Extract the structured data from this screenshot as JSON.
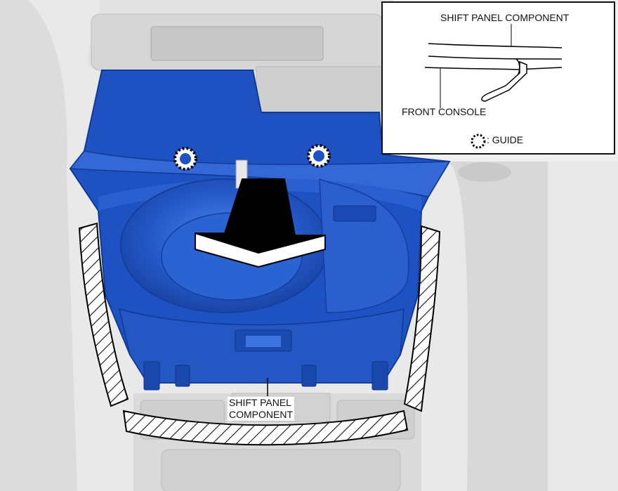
{
  "main": {
    "bottom_label_line1": "SHIFT PANEL",
    "bottom_label_line2": "COMPONENT"
  },
  "inset": {
    "top_label": "SHIFT PANEL COMPONENT",
    "side_label": "FRONT CONSOLE",
    "legend_text": ": GUIDE",
    "legend_icon": "dotted-circle-icon"
  },
  "colors": {
    "panel_blue": "#2156c9",
    "panel_blue_dark": "#1640a0",
    "panel_blue_light": "#3a74e0",
    "console_gray": "#d9d9d9",
    "arrow_black": "#000000"
  }
}
